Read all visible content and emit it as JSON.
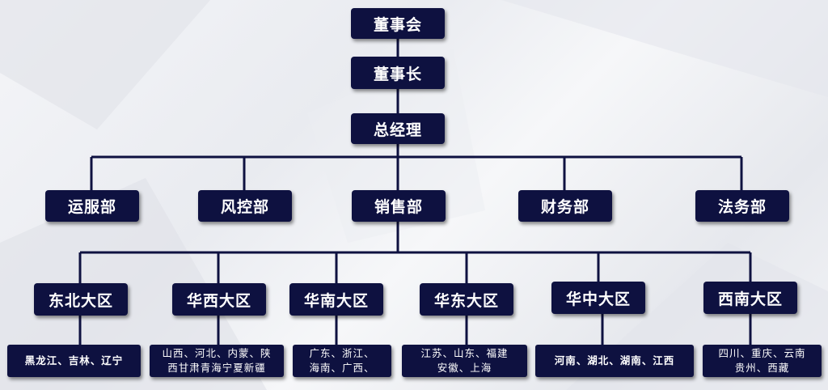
{
  "colors": {
    "box": "#0e1140",
    "line": "#0e1140",
    "text": "#ffffff"
  },
  "top": {
    "board": "董事会",
    "chairman": "董事长",
    "gm": "总经理"
  },
  "departments": {
    "ops": "运服部",
    "risk": "风控部",
    "sales": "销售部",
    "finance": "财务部",
    "legal": "法务部"
  },
  "regions": [
    {
      "name": "东北大区",
      "provinces": [
        "黑龙江、吉林、辽宁"
      ]
    },
    {
      "name": "华西大区",
      "provinces": [
        "山西、河北、内蒙、陕",
        "西甘肃青海宁夏新疆"
      ]
    },
    {
      "name": "华南大区",
      "provinces": [
        "广东、浙江、",
        "海南、广西、"
      ]
    },
    {
      "name": "华东大区",
      "provinces": [
        "江苏、山东、福建",
        "安徽、上海"
      ]
    },
    {
      "name": "华中大区",
      "provinces": [
        "河南、湖北、湖南、江西"
      ]
    },
    {
      "name": "西南大区",
      "provinces": [
        "四川、重庆、云南",
        "贵州、西藏"
      ]
    }
  ]
}
